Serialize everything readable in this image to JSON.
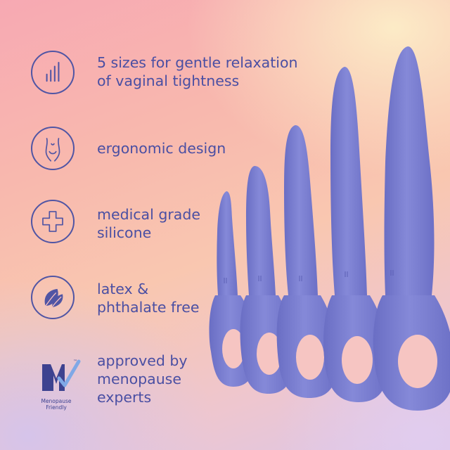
{
  "features": [
    {
      "icon": "signal-bars-icon",
      "lines": [
        "5 sizes for gentle relaxation",
        "of vaginal tightness"
      ]
    },
    {
      "icon": "body-silhouette-icon",
      "lines": [
        "ergonomic design"
      ]
    },
    {
      "icon": "medical-cross-icon",
      "lines": [
        "medical grade",
        "silicone"
      ]
    },
    {
      "icon": "leaf-icon",
      "lines": [
        "latex &",
        "phthalate free"
      ]
    },
    {
      "icon": "menopause-friendly-logo",
      "lines": [
        "approved by",
        "menopause",
        "experts"
      ]
    }
  ],
  "logo": {
    "letter": "M",
    "trademark": "™",
    "caption_line1": "Menopause",
    "caption_line2": "Friendly"
  },
  "product": {
    "name": "dilator-set",
    "count": 5,
    "color": "#7b7fd0"
  },
  "colors": {
    "accent": "#4a4fa3",
    "icon_stroke": "#5055a4"
  }
}
